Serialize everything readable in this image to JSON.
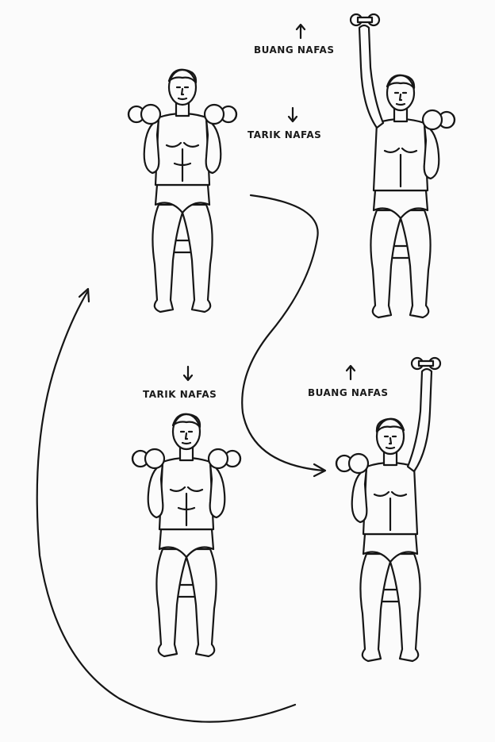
{
  "labels": {
    "exhale": "BUANG NAFAS",
    "inhale": "TARIK NAFAS"
  },
  "panels": [
    {
      "id": "top-left",
      "pose": "both-arms-down",
      "breath": "inhale"
    },
    {
      "id": "top-right",
      "pose": "right-arm-up",
      "breath": "exhale"
    },
    {
      "id": "bottom-left",
      "pose": "both-arms-down",
      "breath": "inhale"
    },
    {
      "id": "bottom-right",
      "pose": "left-arm-up",
      "breath": "exhale"
    }
  ],
  "colors": {
    "ink": "#161616",
    "paper": "#fbfbfb"
  }
}
